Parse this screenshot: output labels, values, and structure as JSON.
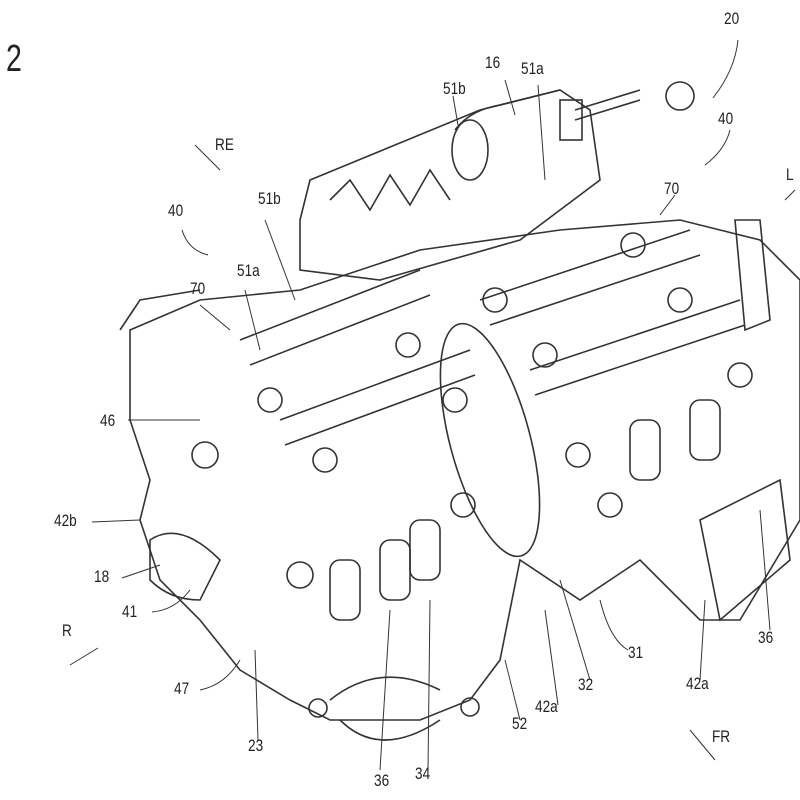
{
  "figure_number": "2",
  "direction_labels": {
    "rear": "RE",
    "left": "L",
    "right": "R",
    "front": "FR"
  },
  "reference_labels": [
    "20",
    "16",
    "51b",
    "51a",
    "40",
    "70",
    "51b",
    "40",
    "70",
    "51a",
    "46",
    "42b",
    "18",
    "41",
    "47",
    "23",
    "36",
    "34",
    "52",
    "42a",
    "32",
    "31",
    "42a",
    "36"
  ]
}
